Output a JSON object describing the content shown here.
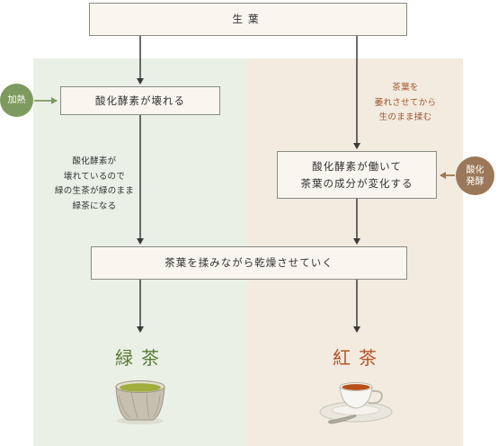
{
  "boxes": {
    "raw_leaf": "生葉",
    "enzyme_broken": "酸化酵素が壊れる",
    "enzyme_working_line1": "酸化酵素が働いて",
    "enzyme_working_line2": "茶葉の成分が変化する",
    "rolling_drying": "茶葉を揉みながら乾燥させていく"
  },
  "notes": {
    "left": [
      "酸化酵素が",
      "壊れているので",
      "緑の生茶が緑のまま",
      "緑茶になる"
    ],
    "right": [
      "茶葉を",
      "萎れさせてから",
      "生のまま揉む"
    ]
  },
  "badges": {
    "heat": "加熱",
    "ferment_line1": "酸化",
    "ferment_line2": "発酵"
  },
  "results": {
    "green_tea": "緑茶",
    "black_tea": "紅茶"
  },
  "colors": {
    "left_panel": "#eaf0e6",
    "right_panel": "#f3ebe0",
    "green_accent": "#7e9b5f",
    "brown_accent": "#9b7859",
    "green_title": "#5a7d36",
    "black_title": "#b3542c",
    "right_note": "#a2552e"
  },
  "icons": [
    "green-tea-cup-icon",
    "black-tea-cup-icon"
  ]
}
